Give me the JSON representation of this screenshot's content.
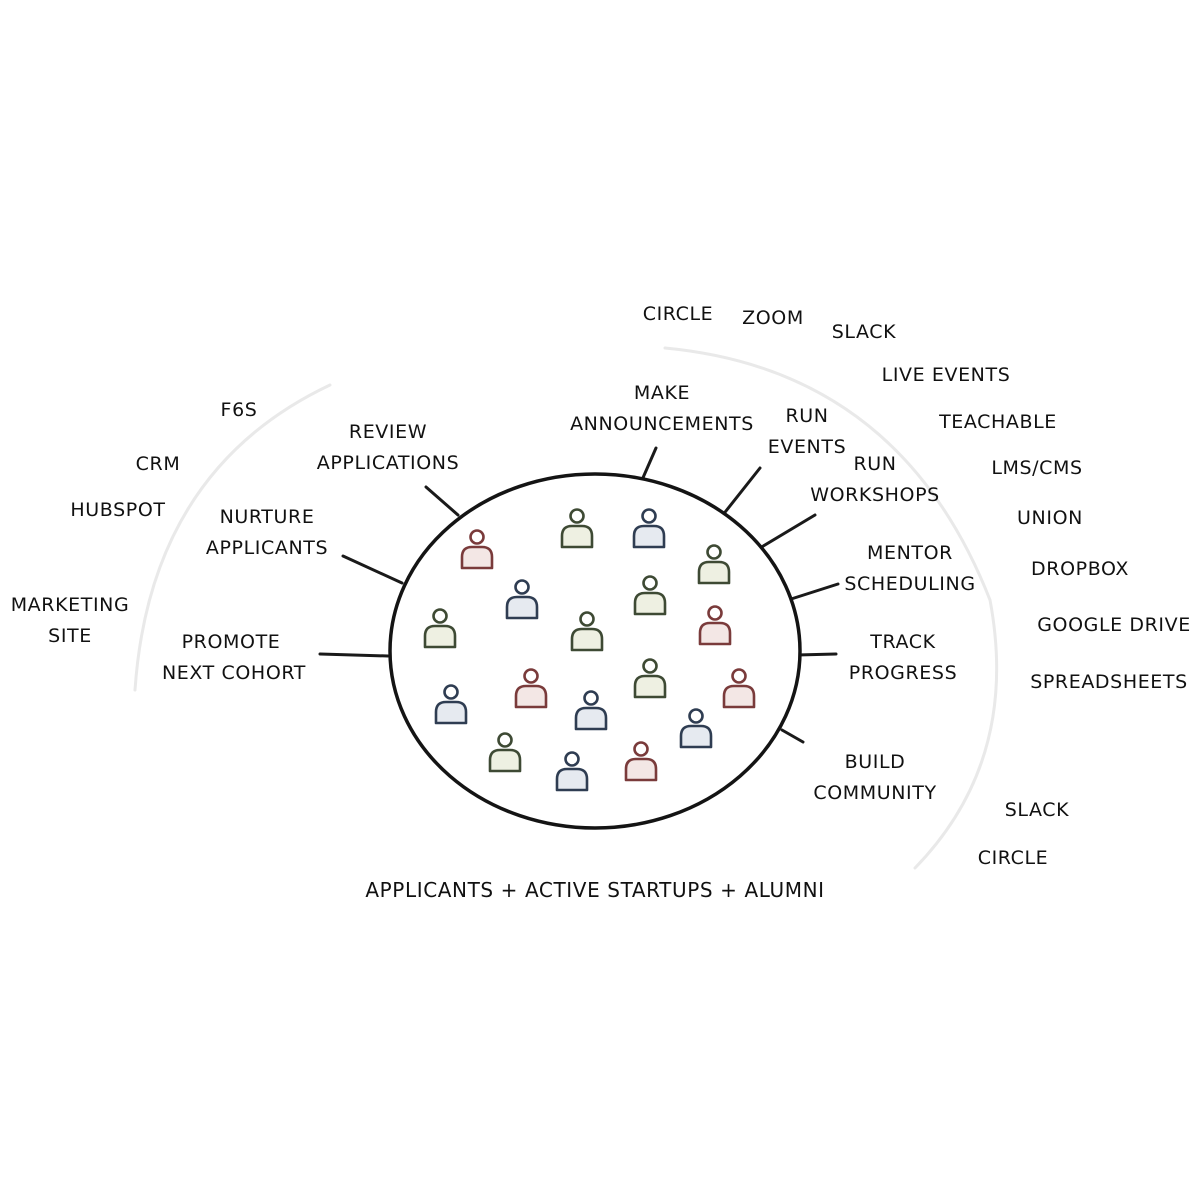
{
  "caption": "APPLICANTS + ACTIVE STARTUPS + ALUMNI",
  "activities": {
    "review_applications": [
      "REVIEW",
      "APPLICATIONS"
    ],
    "nurture_applicants": [
      "NURTURE",
      "APPLICANTS"
    ],
    "promote_next_cohort": [
      "PROMOTE",
      "NEXT COHORT"
    ],
    "make_announcements": [
      "MAKE",
      "ANNOUNCEMENTS"
    ],
    "run_events": [
      "RUN",
      "EVENTS"
    ],
    "run_workshops": [
      "RUN",
      "WORKSHOPS"
    ],
    "mentor_scheduling": [
      "MENTOR",
      "SCHEDULING"
    ],
    "track_progress": [
      "TRACK",
      "PROGRESS"
    ],
    "build_community": [
      "BUILD",
      "COMMUNITY"
    ]
  },
  "tools_left": {
    "f6s": "F6S",
    "crm": "CRM",
    "hubspot": "HUBSPOT",
    "marketing_site": [
      "MARKETING",
      "SITE"
    ]
  },
  "tools_right": {
    "circle_top": "CIRCLE",
    "zoom": "ZOOM",
    "slack_top": "SLACK",
    "live_events": "LIVE EVENTS",
    "teachable": "TEACHABLE",
    "lms_cms": "LMS/CMS",
    "union": "UNION",
    "dropbox": "DROPBOX",
    "google_drive": "GOOGLE DRIVE",
    "spreadsheets": "SPREADSHEETS",
    "slack_bottom": "SLACK",
    "circle_bottom": "CIRCLE"
  },
  "colors": {
    "ink": "#111111",
    "arc": "#e9e9e9",
    "person_red": "#7a3b3b",
    "person_red_fill": "#f3e7e5",
    "person_green": "#3e4a34",
    "person_green_fill": "#eef0e2",
    "person_blue": "#2f3d52",
    "person_blue_fill": "#e6eaf0"
  }
}
